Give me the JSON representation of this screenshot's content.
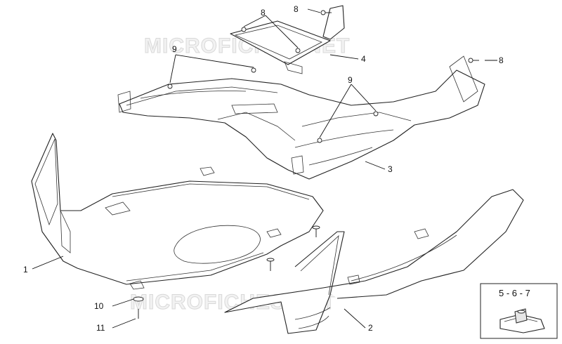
{
  "watermark": "MICROFICHES.NET",
  "callouts": {
    "c1": "1",
    "c2": "2",
    "c3": "3",
    "c4": "4",
    "c8a": "8",
    "c8b": "8",
    "c8c": "8",
    "c9a": "9",
    "c9b": "9",
    "c10": "10",
    "c11": "11"
  },
  "inset": {
    "title": "5 - 6 - 7"
  }
}
